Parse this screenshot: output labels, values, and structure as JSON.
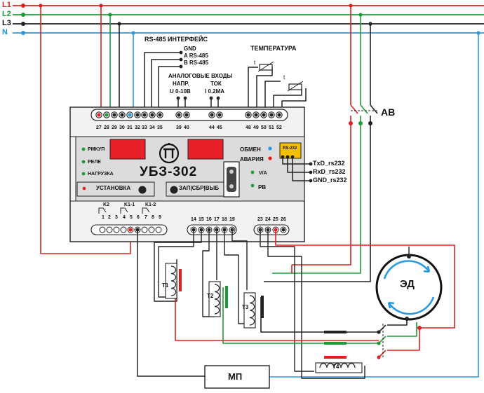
{
  "phases": {
    "l1": "L1",
    "l2": "L2",
    "l3": "L3",
    "n": "N"
  },
  "colors": {
    "l1": "#e02020",
    "l2": "#1e9a3a",
    "l3": "#222222",
    "n": "#2a9ae0",
    "display": "#e8202a",
    "rs232": "#f5c000"
  },
  "headings": {
    "rs485": "RS-485 ИНТЕРФЕЙС",
    "temperature": "ТЕМПЕРАТУРА",
    "analog_inputs": "АНАЛОГОВЫЕ ВХОДЫ",
    "voltage": "НАПР.",
    "current": "ТОК",
    "voltage_range": "U 0-10В",
    "current_range": "I 0.2МА"
  },
  "rs485_pins": [
    "GND",
    "A RS-485",
    "B RS-485"
  ],
  "temp_t": "t",
  "top_terminals": {
    "power": [
      "27",
      "28",
      "29",
      "30",
      "31",
      "32"
    ],
    "rs485": [
      "33",
      "34",
      "35"
    ],
    "analog_u": [
      "39",
      "40"
    ],
    "analog_i": [
      "44",
      "45"
    ],
    "temp": [
      "48",
      "49",
      "50",
      "51",
      "52"
    ]
  },
  "device": {
    "model": "УБЗ-302",
    "logo": "ПТ",
    "led_left": [
      "РМКУП",
      "РЕЛЕ",
      "НАГРУЗКА"
    ],
    "led_right": [
      "ОБМЕН",
      "АВАРИЯ"
    ],
    "btn_setup": "УСТАНОВКА",
    "btn_write": "ЗАП|СБР|ВЫБ",
    "rs232": "RS-232",
    "va": "V/A",
    "pv": "PB"
  },
  "rs232_lines": [
    "TxD_rs232",
    "RxD_rs232",
    "GND_rs232"
  ],
  "breaker": "АВ",
  "relays": {
    "k2": "K2",
    "k1a": "K1-1",
    "k1b": "K1-2"
  },
  "bottom_left_terminals": [
    "1",
    "2",
    "3",
    "4",
    "5",
    "6",
    "7",
    "8",
    "9"
  ],
  "bottom_mid_terminals": [
    "14",
    "15",
    "16",
    "17",
    "18",
    "19"
  ],
  "bottom_right_terminals": [
    "23",
    "24",
    "25",
    "26"
  ],
  "transformers": [
    "T1",
    "T2",
    "T3",
    "T4"
  ],
  "motor": "ЭД",
  "starter": "МП"
}
